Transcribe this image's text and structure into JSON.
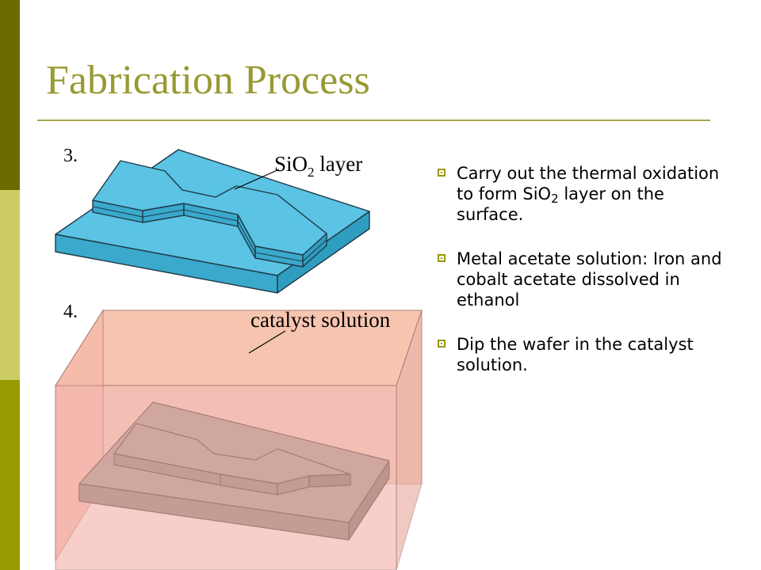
{
  "slide": {
    "title": "Fabrication Process"
  },
  "figure": {
    "step3_label": "3.",
    "step3_callout_prefix": "SiO",
    "step3_callout_sub": "2",
    "step3_callout_suffix": " layer",
    "step4_label": "4.",
    "step4_callout": "catalyst solution",
    "colors": {
      "sio2_top": "#5bc3e3",
      "sio2_side": "#3aa9cc",
      "solution": "#f7bea5",
      "wafer_top": "#a6a79e",
      "wafer_side": "#8f9086"
    }
  },
  "bullets": [
    {
      "pre": "Carry out the thermal oxidation to form SiO",
      "sub": "2",
      "post": " layer on the surface."
    },
    {
      "pre": "Metal acetate solution: Iron and cobalt acetate dissolved in ethanol",
      "sub": "",
      "post": ""
    },
    {
      "pre": "Dip the wafer in the catalyst solution.",
      "sub": "",
      "post": ""
    }
  ]
}
